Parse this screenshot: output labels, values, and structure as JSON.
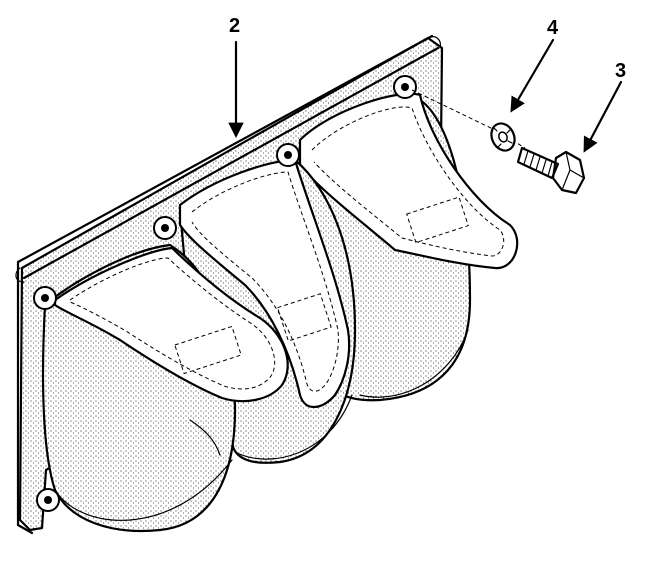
{
  "callouts": {
    "panel": "2",
    "screw": "3",
    "washer": "4"
  },
  "colors": {
    "ink": "#000000",
    "paper": "#ffffff"
  }
}
